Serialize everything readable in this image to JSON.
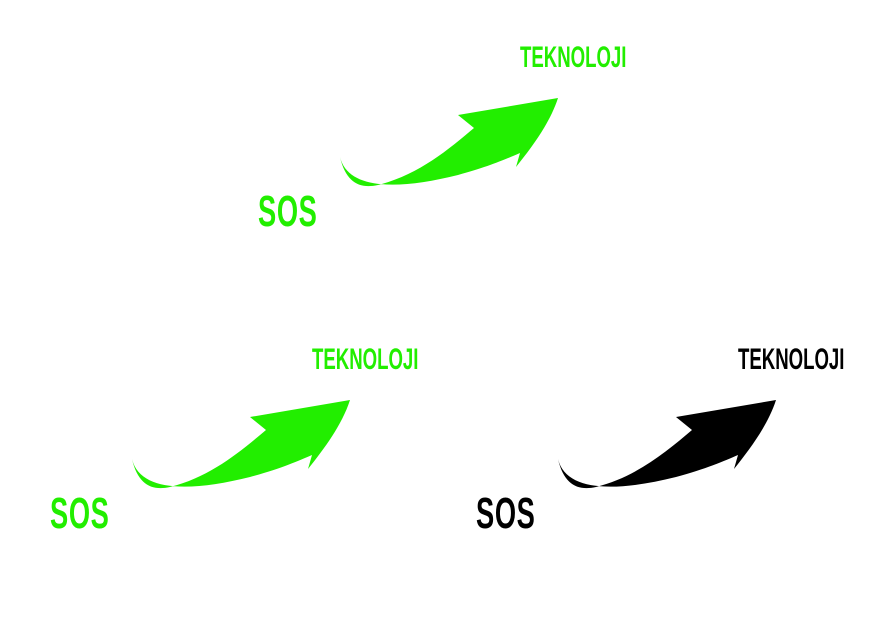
{
  "colors": {
    "green": "#22ee00",
    "black": "#000000"
  },
  "logos": [
    {
      "id": "top",
      "color": "#22ee00",
      "left_word": "SOS",
      "right_word": "TEKNOLOJI",
      "icon": "curved-arrow-icon"
    },
    {
      "id": "bottom-left",
      "color": "#22ee00",
      "left_word": "SOS",
      "right_word": "TEKNOLOJI",
      "icon": "curved-arrow-icon"
    },
    {
      "id": "bottom-right",
      "color": "#000000",
      "left_word": "SOS",
      "right_word": "TEKNOLOJI",
      "icon": "curved-arrow-icon"
    }
  ]
}
